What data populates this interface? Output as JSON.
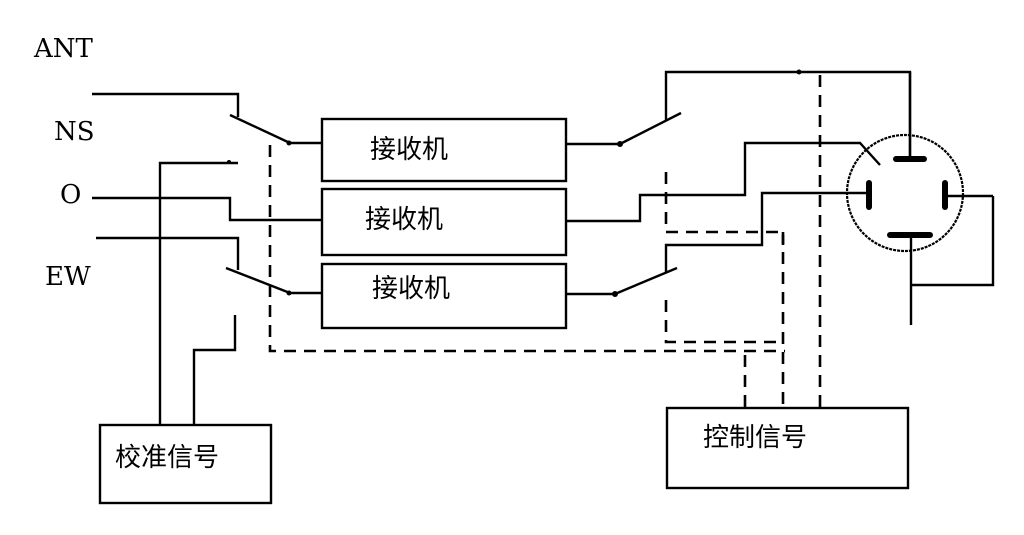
{
  "labels": {
    "ant": "ANT",
    "ns": "NS",
    "o": "O",
    "ew": "EW"
  },
  "receivers": [
    {
      "label": "接收机"
    },
    {
      "label": "接收机"
    },
    {
      "label": "接收机"
    }
  ],
  "calibration_box": {
    "label": "校准信号"
  },
  "control_box": {
    "label": "控制信号"
  },
  "colors": {
    "line": "#000000",
    "background": "#ffffff"
  }
}
